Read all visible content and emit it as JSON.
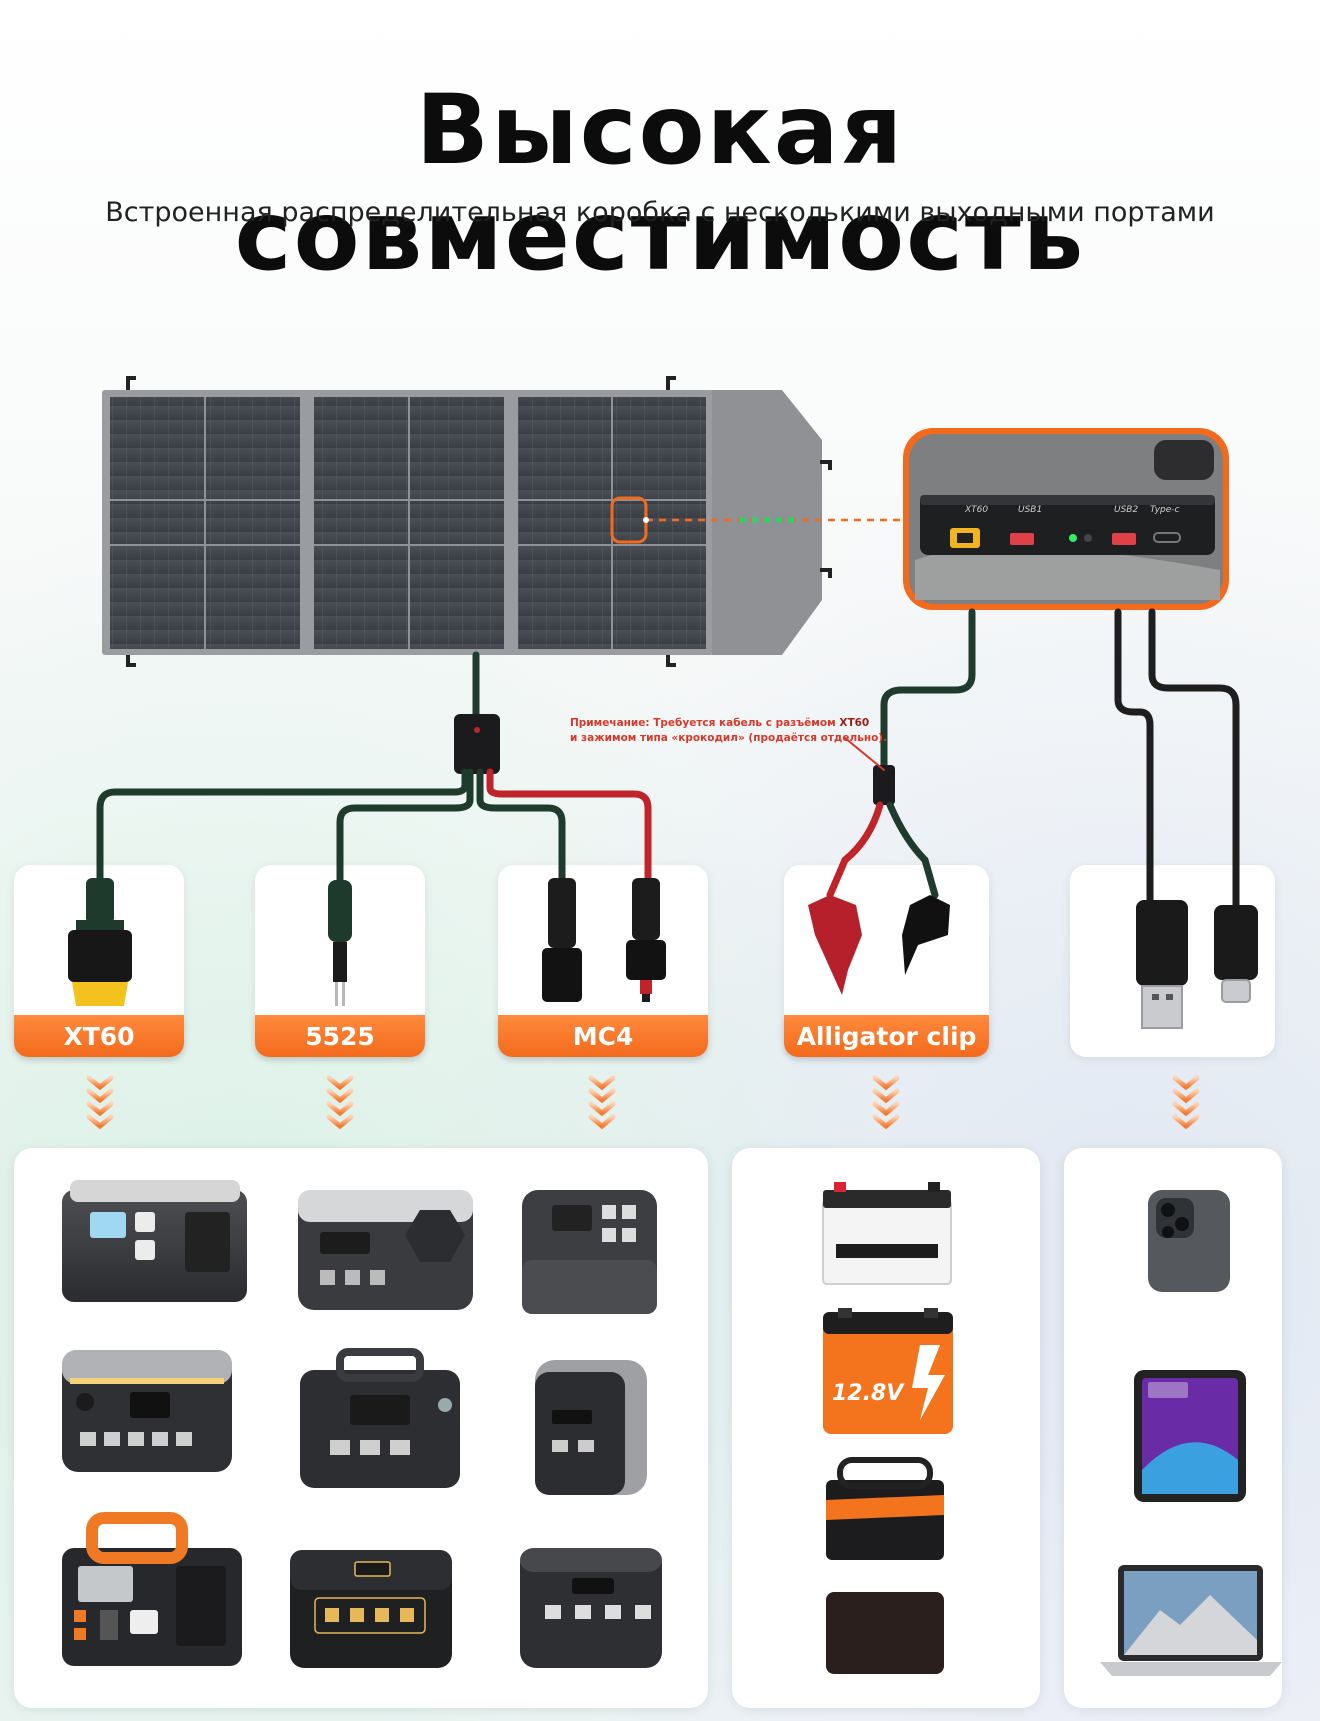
{
  "title": "Высокая совместимость",
  "subtitle": "Встроенная распределительная коробка с несколькими выходными портами",
  "note": {
    "line1_prefix": "Примечание: Требуется кабель с разъёмом ",
    "line1_highlight": "XT60",
    "line2": "и зажимом типа «крокодил» (продаётся отдельно)."
  },
  "junction_box_ports": [
    "XT60",
    "USB1",
    "USB2",
    "Type-c"
  ],
  "connectors": [
    {
      "label": "XT60"
    },
    {
      "label": "5525"
    },
    {
      "label": "MC4"
    },
    {
      "label": "Alligator clip"
    }
  ],
  "battery_label": "12.8V",
  "colors": {
    "accent_orange": "#f36a1c",
    "cable_green": "#1f3b2d",
    "cable_red": "#c0232a",
    "panel_gray": "#8a8c8e"
  },
  "icons": [
    "xt60-plug-icon",
    "dc5525-plug-icon",
    "mc4-connector-icon",
    "alligator-clip-icon",
    "usb-a-plug-icon",
    "usb-c-plug-icon",
    "power-station-icon",
    "car-battery-icon",
    "lifepo4-battery-icon",
    "lead-acid-battery-icon",
    "smartphone-icon",
    "tablet-icon",
    "laptop-icon"
  ]
}
